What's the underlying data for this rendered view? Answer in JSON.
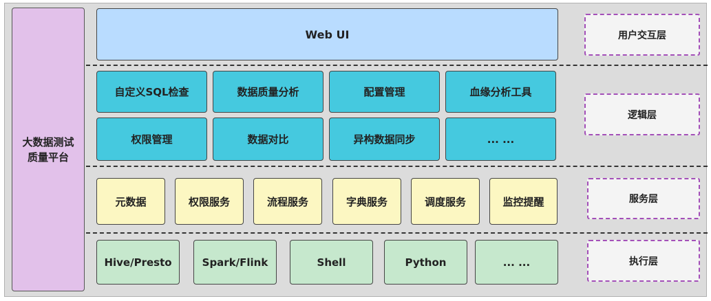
{
  "platform": {
    "label": "大数据测试质量平台"
  },
  "ui_layer": {
    "box": "Web UI",
    "layer_label": "用户交互层"
  },
  "logic_layer": {
    "boxes": [
      "自定义SQL检查",
      "数据质量分析",
      "配置管理",
      "血缘分析工具",
      "权限管理",
      "数据对比",
      "异构数据同步",
      "... ..."
    ],
    "layer_label": "逻辑层"
  },
  "service_layer": {
    "boxes": [
      "元数据",
      "权限服务",
      "流程服务",
      "字典服务",
      "调度服务",
      "监控提醒"
    ],
    "layer_label": "服务层"
  },
  "exec_layer": {
    "boxes": [
      "Hive/Presto",
      "Spark/Flink",
      "Shell",
      "Python",
      "... ..."
    ],
    "layer_label": "执行层"
  },
  "colors": {
    "platform": "#e2c1ea",
    "ui": "#b9dcff",
    "logic": "#45c9df",
    "service": "#fcf7c2",
    "exec": "#c6e8cd",
    "layer_border": "#a34fb8"
  }
}
